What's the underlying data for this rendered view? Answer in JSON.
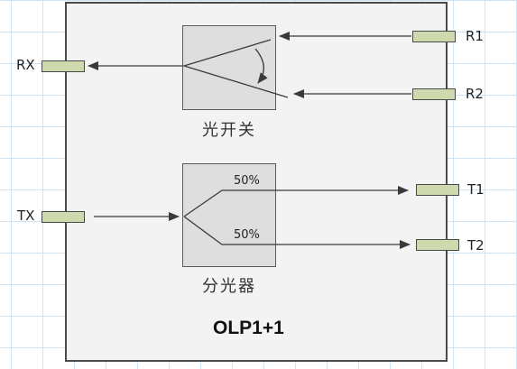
{
  "device_title": "OLP1+1",
  "optical_switch": {
    "caption": "光开关"
  },
  "splitter": {
    "caption": "分光器",
    "ratio_top": "50%",
    "ratio_bottom": "50%"
  },
  "ports": {
    "rx": "RX",
    "tx": "TX",
    "r1": "R1",
    "r2": "R2",
    "t1": "T1",
    "t2": "T2"
  },
  "colors": {
    "port_fill": "#cfd9ae",
    "frame_fill": "#f3f3f3",
    "box_fill": "#dedede",
    "line": "#3a3a3a"
  }
}
